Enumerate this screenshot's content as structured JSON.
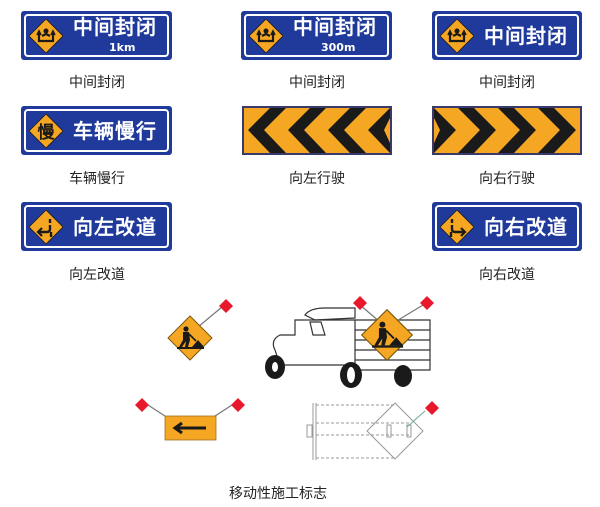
{
  "colors": {
    "sign_blue": "#1f3a9a",
    "sign_orange": "#f5a623",
    "sign_black": "#1a1a1a",
    "flag_red": "#e8192c"
  },
  "signs": [
    {
      "id": "lane-closed-1km",
      "icon": "diamond-lane-merge-icon",
      "text": "中间封闭",
      "subtext": "1km",
      "caption": "中间封闭"
    },
    {
      "id": "lane-closed-300m",
      "icon": "diamond-lane-merge-icon",
      "text": "中间封闭",
      "subtext": "300m",
      "caption": "中间封闭"
    },
    {
      "id": "lane-closed",
      "icon": "diamond-lane-merge-icon",
      "text": "中间封闭",
      "caption": "中间封闭"
    },
    {
      "id": "slow-down",
      "icon": "diamond-slow-icon",
      "icon_char": "慢",
      "text": "车辆慢行",
      "caption": "车辆慢行"
    },
    {
      "id": "keep-left",
      "icon": "chevron-left-icon",
      "caption": "向左行驶"
    },
    {
      "id": "keep-right",
      "icon": "chevron-right-icon",
      "caption": "向右行驶"
    },
    {
      "id": "detour-left",
      "icon": "diamond-detour-left-icon",
      "text": "向左改道",
      "caption": "向左改道"
    },
    {
      "id": "detour-right",
      "icon": "diamond-detour-right-icon",
      "text": "向右改道",
      "caption": "向右改道"
    }
  ],
  "mobile": {
    "caption": "移动性施工标志",
    "items": [
      {
        "id": "worker-sign-flag",
        "icon": "road-work-worker-icon"
      },
      {
        "id": "truck-with-sign",
        "icon": "truck-icon"
      },
      {
        "id": "arrow-board",
        "icon": "arrow-left-icon"
      },
      {
        "id": "sign-top-view",
        "icon": "sign-plan-view-icon"
      }
    ]
  }
}
